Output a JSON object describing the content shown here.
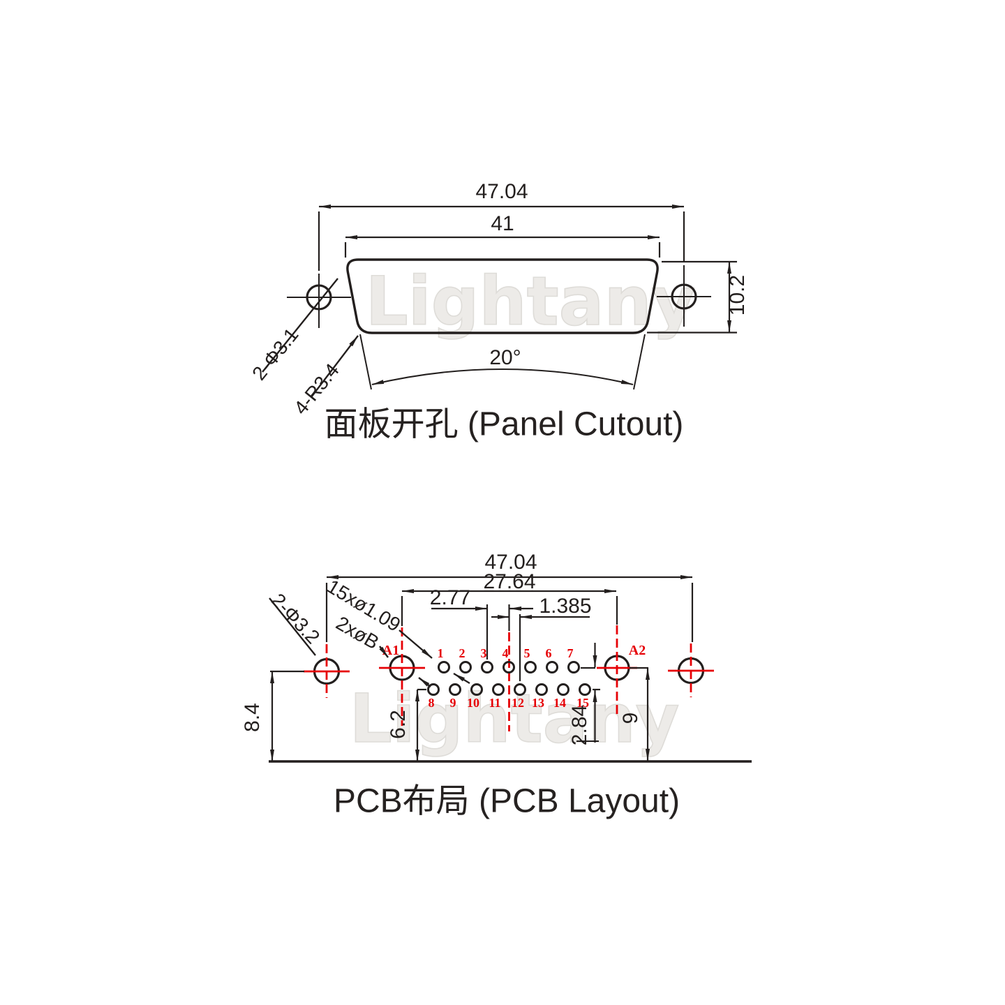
{
  "watermark_text": "Lightany",
  "colors": {
    "line": "#231f1e",
    "accent_red": "#e60005",
    "watermark": "#edebe8",
    "background": "#ffffff"
  },
  "panel_cutout": {
    "title": "面板开孔 (Panel Cutout)",
    "dim_outer_width": "47.04",
    "dim_inner_width": "41",
    "dim_height": "10.2",
    "dim_angle": "20°",
    "label_mount_holes": "2-Φ3.1",
    "label_corner_radius": "4-R3.4"
  },
  "pcb_layout": {
    "title": "PCB布局 (PCB Layout)",
    "dim_outer_width": "47.04",
    "dim_contact_span": "27.64",
    "dim_pitch": "2.77",
    "dim_half_pitch": "1.385",
    "label_pin_holes": "15xø1.09",
    "label_coax_holes": "2xøB",
    "label_mount_holes": "2-Φ3.2",
    "dim_mount_hole_height": "8.4",
    "dim_bottom_row_height": "6.2",
    "dim_row_spacing": "2.84",
    "dim_coax_height": "9",
    "label_a1": "A1",
    "label_a2": "A2",
    "pin_numbers": [
      "1",
      "2",
      "3",
      "4",
      "5",
      "6",
      "7",
      "8",
      "9",
      "10",
      "11",
      "12",
      "13",
      "14",
      "15"
    ]
  }
}
